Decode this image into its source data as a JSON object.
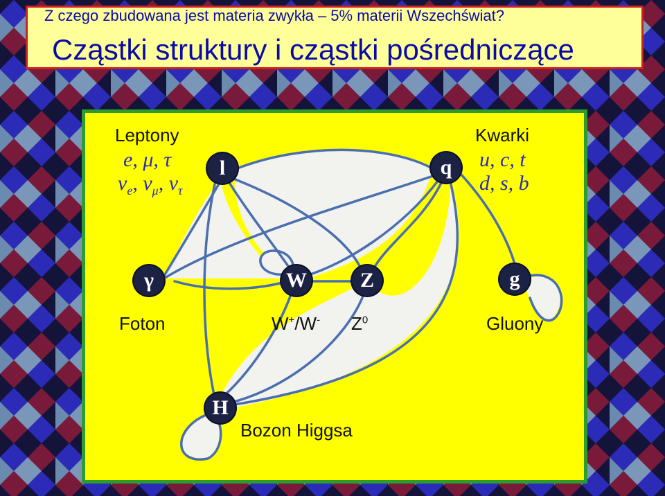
{
  "title": {
    "line1": "Z czego zbudowana jest materia zwykła – 5% materii Wszechświat?",
    "line2": "Cząstki struktury i cząstki pośredniczące"
  },
  "leptons": {
    "heading": "Leptony",
    "charged": [
      "e",
      "μ",
      "τ"
    ],
    "neutrino_symbol": "ν",
    "neutrino_subs": [
      "e",
      "μ",
      "τ"
    ]
  },
  "quarks": {
    "heading": "Kwarki",
    "row1": "u, c, t",
    "row2": "d, s, b"
  },
  "nodes": {
    "lepton": "l",
    "quark": "q",
    "photon": "γ",
    "w": "W",
    "z": "Z",
    "gluon": "g",
    "higgs": "H"
  },
  "captions": {
    "photon": "Foton",
    "w_base": "W",
    "w_sup1": "+",
    "w_sep": "/W",
    "w_sup2": "-",
    "z_base": "Z",
    "z_sup": "0",
    "gluon": "Gluony",
    "higgs": "Bozon Higgsa"
  },
  "colors": {
    "panel": "#ffff00",
    "panel_border": "#2e9b2e",
    "title_bg": "#ffff99",
    "title_border": "#cc2222",
    "title_text": "#0a0aa8",
    "line": "#4a6fb0",
    "loop_fill": "#f2f2ee",
    "node": "#1c2244"
  }
}
